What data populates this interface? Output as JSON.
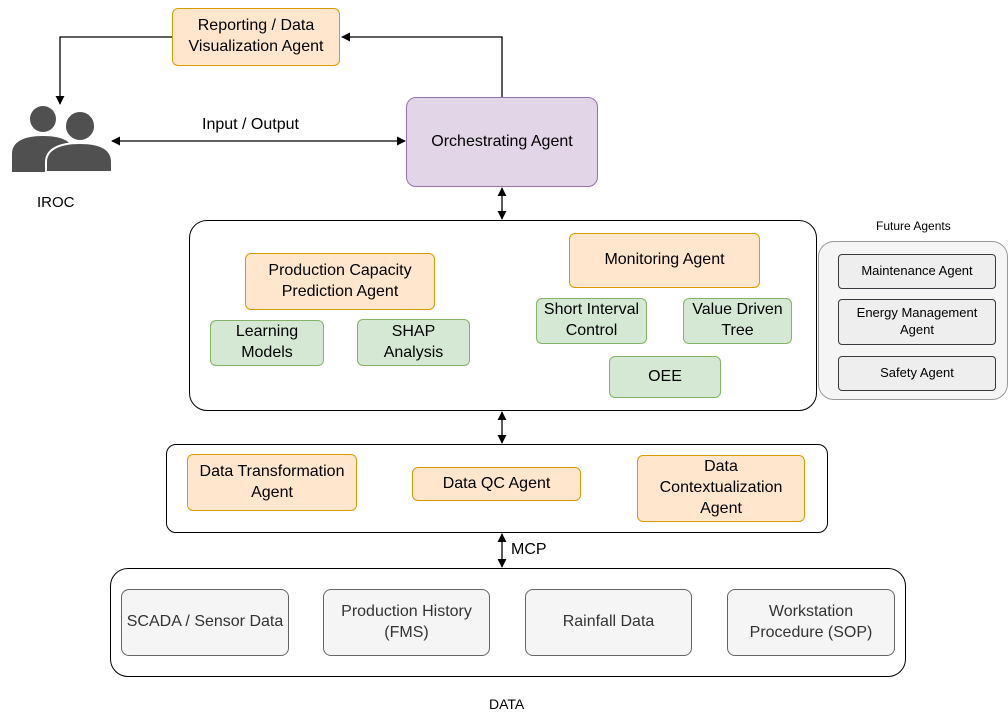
{
  "reporting_agent": "Reporting / Data Visualization Agent",
  "orchestrating_agent": "Orchestrating Agent",
  "input_output_label": "Input / Output",
  "iroc_label": "IROC",
  "icon": "users-icon",
  "agents_layer": {
    "production_capacity": "Production Capacity Prediction Agent",
    "learning_models": "Learning Models",
    "shap_analysis": "SHAP Analysis",
    "monitoring_agent": "Monitoring Agent",
    "short_interval_control": "Short Interval Control",
    "value_driven_tree": "Value Driven Tree",
    "oee": "OEE"
  },
  "future_agents": {
    "title": "Future Agents",
    "items": [
      "Maintenance Agent",
      "Energy Management Agent",
      "Safety Agent"
    ]
  },
  "data_layer_agents": {
    "transformation": "Data Transformation Agent",
    "qc": "Data QC Agent",
    "contextualization": "Data Contextualization Agent"
  },
  "mcp_label": "MCP",
  "data_sources": [
    "SCADA / Sensor Data",
    "Production History (FMS)",
    "Rainfall Data",
    "Workstation Procedure (SOP)"
  ],
  "data_label": "DATA",
  "colors": {
    "agent_orange_fill": "#ffe6cc",
    "agent_orange_border": "#d79b00",
    "green_fill": "#d5e8d4",
    "green_border": "#82b366",
    "purple_fill": "#e1d5e7",
    "purple_border": "#9673a6",
    "grey_fill": "#f5f5f5",
    "icon_color": "#505050"
  }
}
